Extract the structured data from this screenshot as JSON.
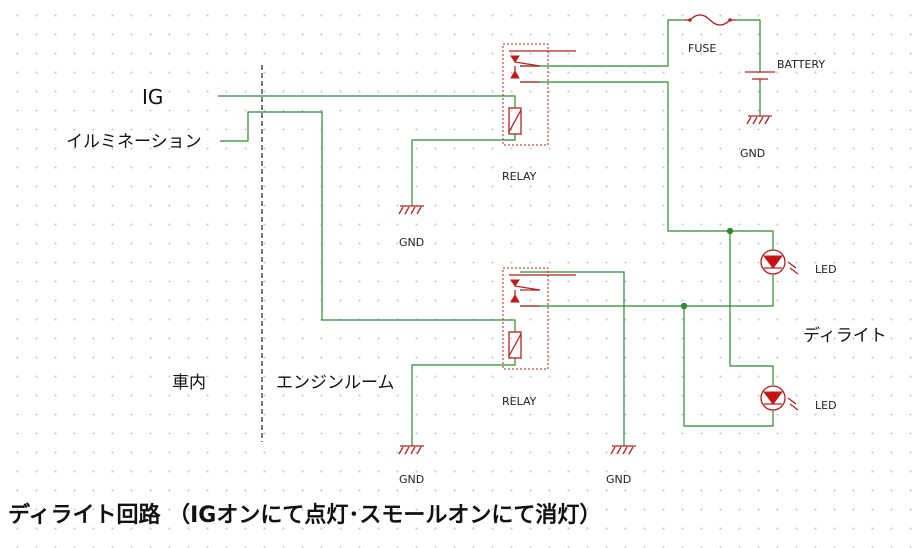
{
  "inputs": {
    "ig": "IG",
    "illumination": "イルミネーション"
  },
  "areas": {
    "cabin": "車内",
    "engine_room": "エンジンルーム"
  },
  "components": {
    "fuse": "FUSE",
    "battery": "BATTERY",
    "battery_gnd": "GND",
    "relay1": "RELAY",
    "relay1_gnd": "GND",
    "relay2": "RELAY",
    "relay2_gnd_left": "GND",
    "relay2_gnd_right": "GND",
    "led1": "LED",
    "led2": "LED",
    "drl": "ディライト"
  },
  "title": "ディライト回路 （IGオンにて点灯･スモールオンにて消灯）",
  "colors": {
    "wire": "#2e8b2e",
    "component": "#b22222",
    "led_fill": "#cc1111"
  }
}
